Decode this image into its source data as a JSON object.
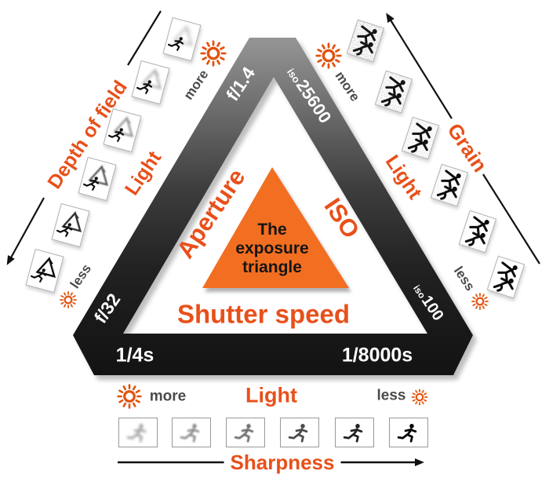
{
  "title": {
    "line1": "The",
    "line2": "exposure",
    "line3": "triangle"
  },
  "aperture": {
    "label": "Aperture",
    "max_aperture": "f/1.4",
    "min_aperture": "f/32"
  },
  "iso": {
    "label": "ISO",
    "high_prefix": "iso",
    "high_value": "25600",
    "low_prefix": "iso",
    "low_value": "100"
  },
  "shutter": {
    "label": "Shutter speed",
    "slow": "1/4s",
    "fast": "1/8000s"
  },
  "depth_axis": {
    "label": "Depth of field",
    "light": "Light",
    "more": "more",
    "less": "less"
  },
  "grain_axis": {
    "label": "Grain",
    "light": "Light",
    "more": "more",
    "less": "less"
  },
  "sharpness_axis": {
    "label": "Sharpness",
    "light": "Light",
    "more": "more",
    "less": "less"
  },
  "icons": {
    "sun": "sun-icon",
    "runner": "running-person-icon",
    "dancers": "dancing-people-icon",
    "mountain": "mountain-photo-icon",
    "arrow": "direction-arrow"
  },
  "colors": {
    "accent_orange": "#E8501A",
    "triangle_fill": "#F26E21",
    "frame_gray_top": "#959595",
    "frame_black": "#131313",
    "muted_gray": "#4A4A4A",
    "sun_orange": "#E2520F"
  }
}
